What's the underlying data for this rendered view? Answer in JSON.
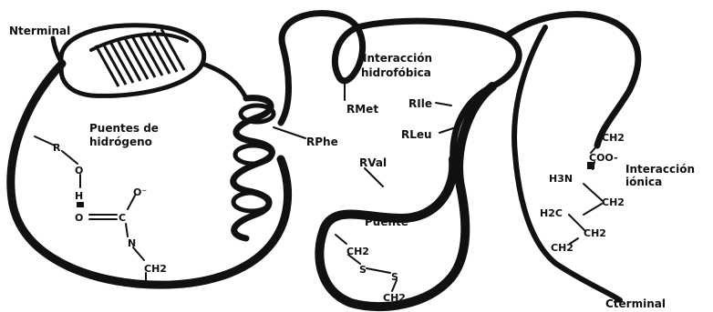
{
  "labels": {
    "n_terminal": "Nterminal",
    "c_terminal": "Cterminal",
    "hydrogen_bonds_line1": "Puentes de",
    "hydrogen_bonds_line2": "hidrógeno",
    "hydrophobic_line1": "Interacción",
    "hydrophobic_line2": "hidrofóbica",
    "ionic_line1": "Interacción",
    "ionic_line2": "iónica",
    "bridge": "Puente",
    "r_met": "RMet",
    "r_ile": "RIle",
    "r_leu": "RLeu",
    "r_phe": "RPhe",
    "r_val": "RVal",
    "hb_r": "R",
    "hb_o": "O",
    "hb_h": "H",
    "hb_o2": "O",
    "hb_c": "C",
    "hb_o_minus": "O⁻",
    "hb_n": "N",
    "hb_ch2": "CH2",
    "ss_ch2_top": "CH2",
    "ss_s1": "S",
    "ss_s2": "S",
    "ss_ch2_bottom": "CH2",
    "ion_ch2_top": "CH2",
    "ion_coo": "COO-",
    "ion_h3n": "H3N",
    "ion_ch2_mid": "CH2",
    "ion_h2c": "H2C",
    "ion_ch2_low": "CH2",
    "ion_ch2_bottom": "CH2"
  }
}
